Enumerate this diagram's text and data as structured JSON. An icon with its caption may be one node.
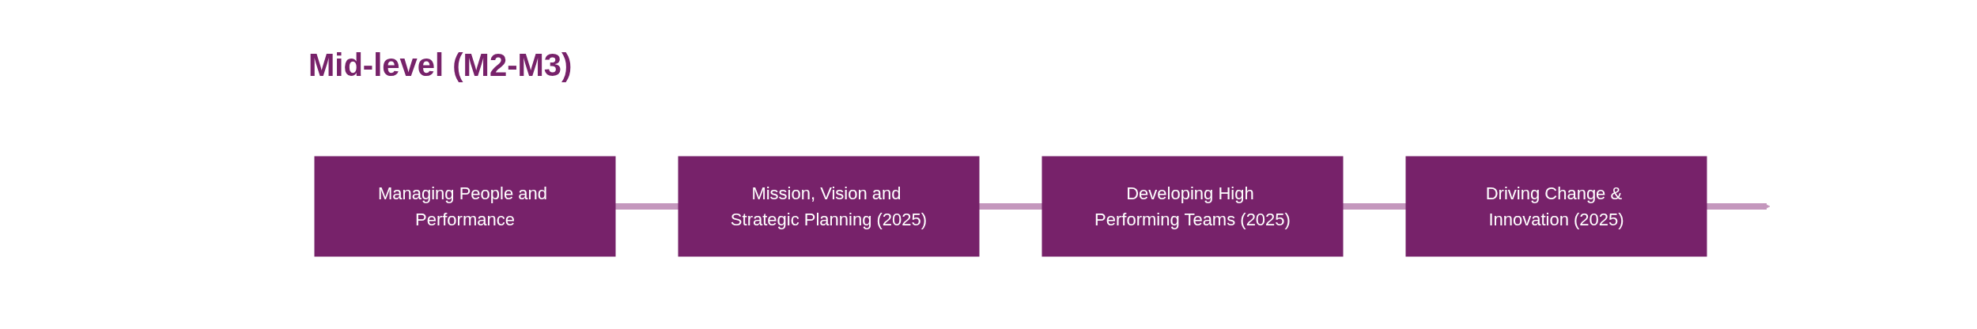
{
  "diagram": {
    "title": "Mid-level (M2-M3)",
    "nodes": [
      {
        "text": [
          "Managing People and Performance"
        ]
      },
      {
        "text": [
          "Mission, Vision and Strategic Planning (2025)"
        ]
      },
      {
        "text": [
          "Developing High Performing Teams (2025)"
        ]
      },
      {
        "text": [
          "Driving Change & Innovation (2025)"
        ]
      }
    ],
    "edges": [
      {
        "from": 0,
        "to": 1,
        "arrow": "none"
      },
      {
        "from": 1,
        "to": 2,
        "arrow": "none"
      },
      {
        "from": 2,
        "to": 3,
        "arrow": "none"
      },
      {
        "from": 3,
        "to": null,
        "arrow": "to"
      }
    ]
  }
}
